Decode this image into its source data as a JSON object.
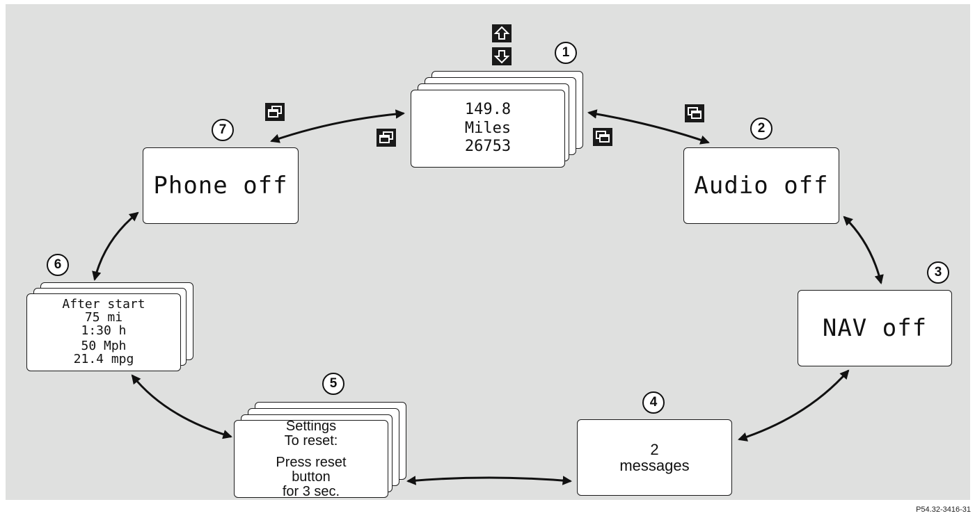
{
  "screens": {
    "s1": {
      "number": "1",
      "lines": [
        "149.8",
        "Miles",
        "26753"
      ]
    },
    "s2": {
      "number": "2",
      "text": "Audio off"
    },
    "s3": {
      "number": "3",
      "text": "NAV off"
    },
    "s4": {
      "number": "4",
      "lines": [
        "2",
        "messages"
      ]
    },
    "s5": {
      "number": "5",
      "lines": [
        "Settings",
        "To reset:",
        "Press reset",
        "button",
        "for 3 sec."
      ]
    },
    "s6": {
      "number": "6",
      "lines": [
        "After start",
        "75 mi",
        "1:30 h",
        "50 Mph",
        "21.4 mpg"
      ]
    },
    "s7": {
      "number": "7",
      "text": "Phone off"
    }
  },
  "icons": {
    "up": "arrow-up-icon",
    "down": "arrow-down-icon",
    "prev_page": "previous-page-icon",
    "next_page": "next-page-icon"
  },
  "figure_code": "P54.32-3416-31"
}
